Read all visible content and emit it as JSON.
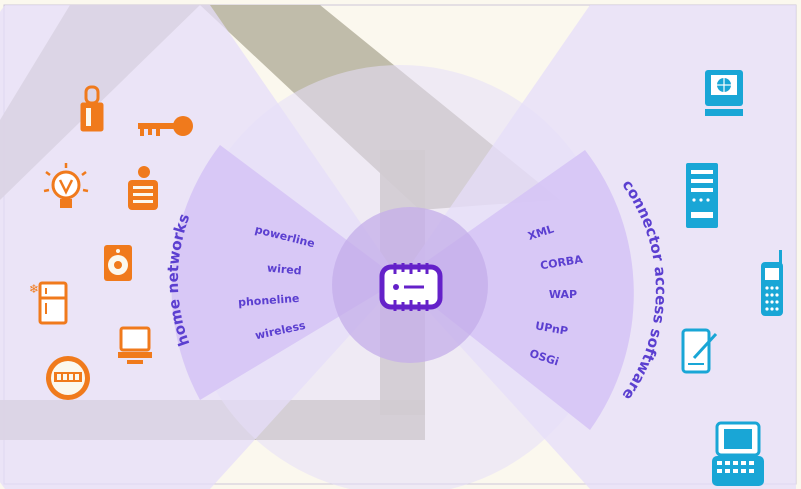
{
  "left_fan": {
    "title": "home networks",
    "items": [
      "powerline",
      "wired",
      "phoneline",
      "wireless"
    ]
  },
  "right_fan": {
    "title": "connector access software",
    "items": [
      "XML",
      "CORBA",
      "WAP",
      "UPnP",
      "OSGi"
    ]
  },
  "center_device": {
    "icon": "gateway-chip-icon"
  },
  "home_devices": [
    "security-lock-icon",
    "key-icon",
    "light-bulb-icon",
    "thermostat-heater-icon",
    "fridge-icon",
    "speaker-icon",
    "computer-monitor-icon",
    "utility-meter-icon"
  ],
  "access_devices": [
    "interactive-tv-icon",
    "server-tower-icon",
    "mobile-phone-icon",
    "tablet-pen-icon",
    "handheld-keyboard-device-icon"
  ],
  "colors": {
    "background": "#fbf8ee",
    "beam": "#e6defa",
    "fan": "#d5c3f6",
    "house": "#b9b5a2",
    "house_shadow": "#a6a389",
    "center_disc": "#c4aee9",
    "text": "#5b3fd0",
    "orange": "#f07a1c",
    "cyan": "#19a6d6",
    "purple": "#6421c9"
  }
}
